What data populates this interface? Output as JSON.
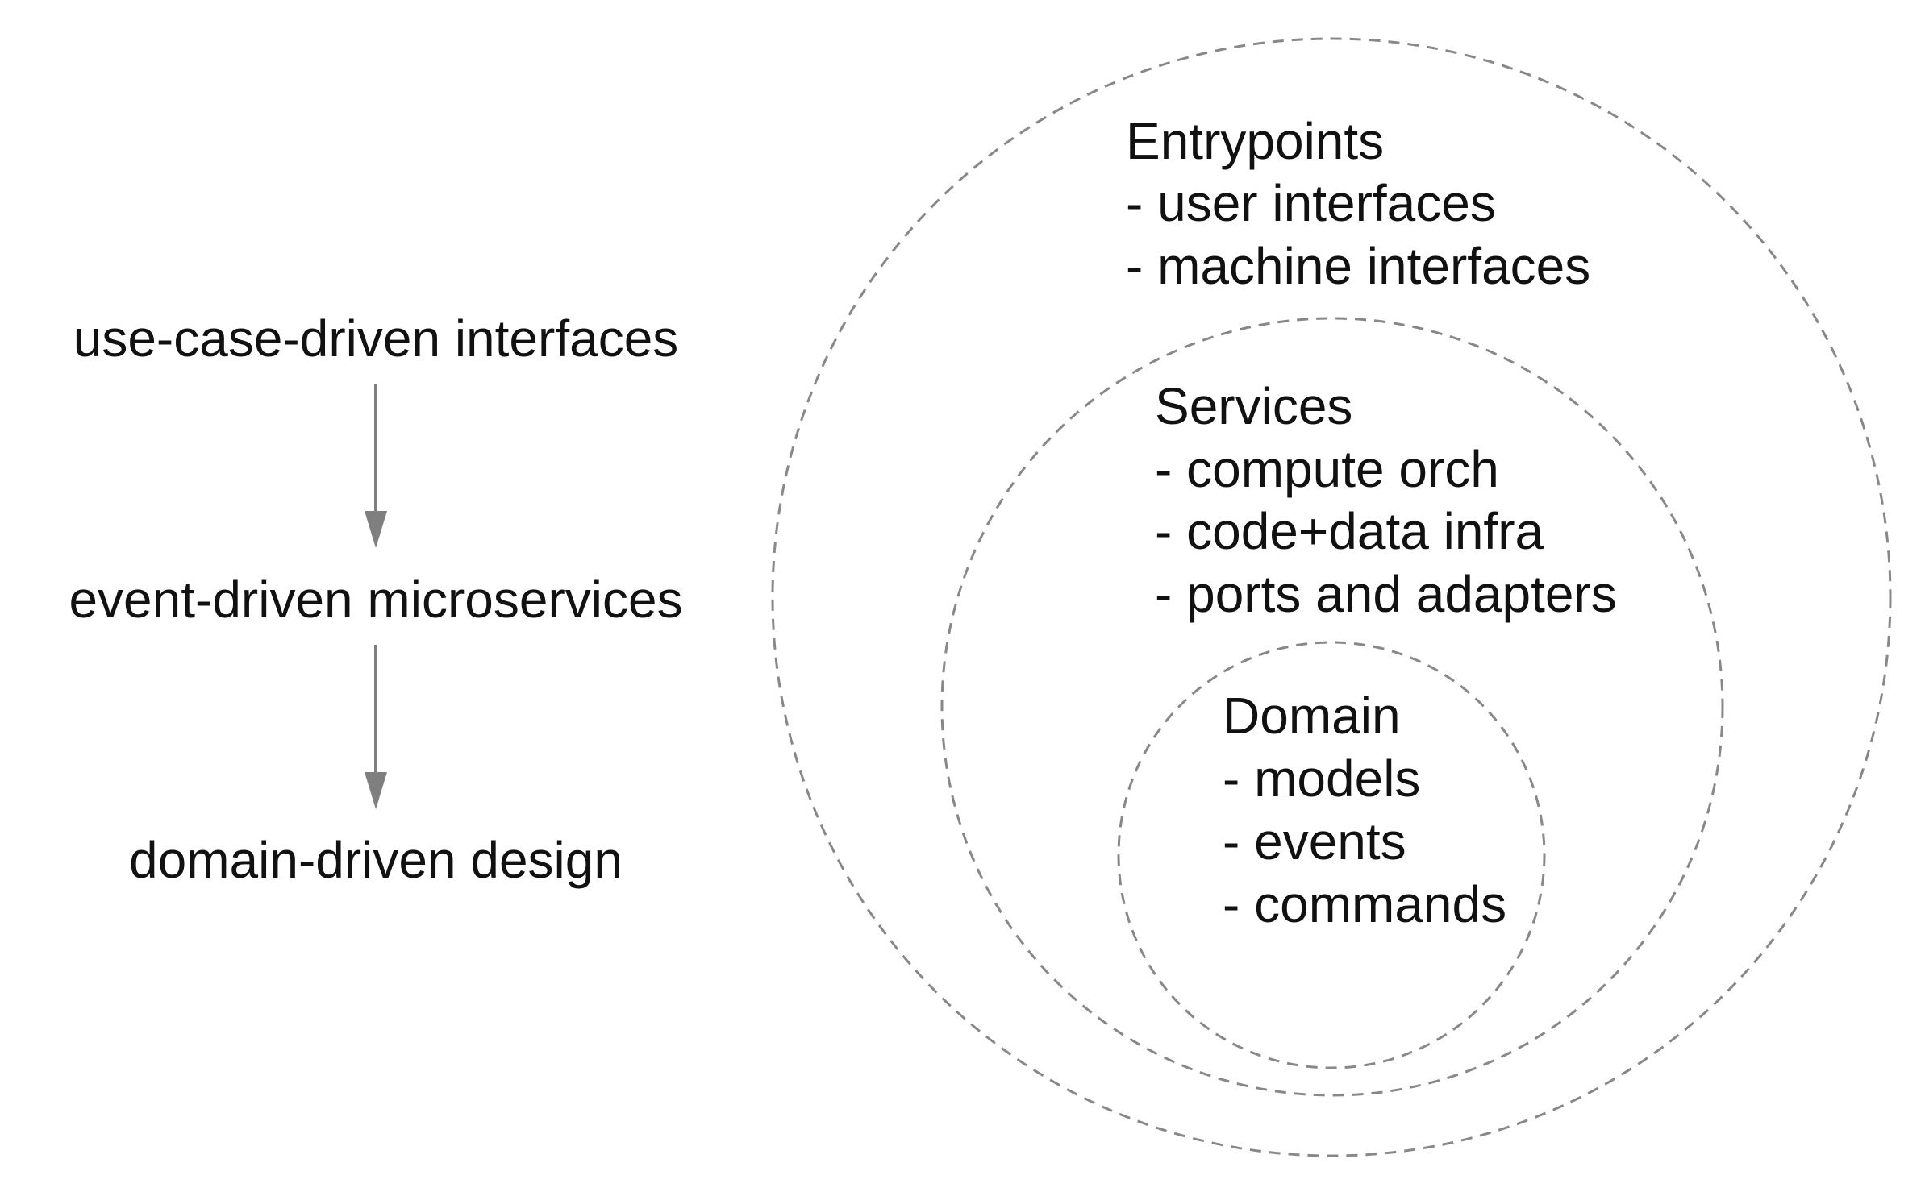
{
  "flow": {
    "items": [
      "use-case-driven interfaces",
      "event-driven microservices",
      "domain-driven design"
    ]
  },
  "layers": {
    "entrypoints": {
      "title": "Entrypoints",
      "items": [
        "- user interfaces",
        "- machine interfaces"
      ]
    },
    "services": {
      "title": "Services",
      "items": [
        "- compute orch",
        "- code+data infra",
        "- ports and adapters"
      ]
    },
    "domain": {
      "title": "Domain",
      "items": [
        "- models",
        "- events",
        "- commands"
      ]
    }
  },
  "colors": {
    "circle_stroke": "#888888",
    "arrow": "#7f7f7f",
    "text": "#111111"
  }
}
